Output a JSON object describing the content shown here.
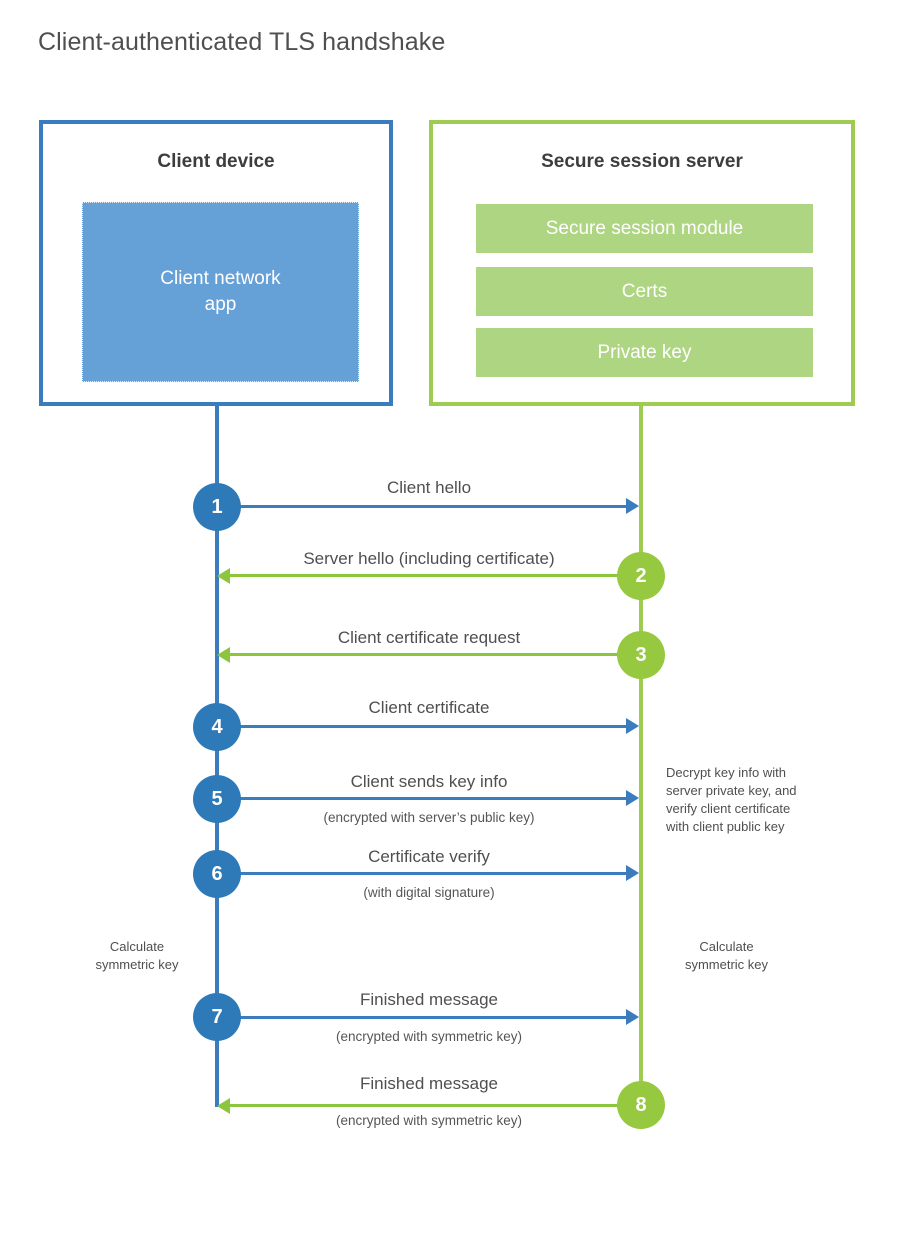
{
  "title": "Client-authenticated TLS handshake",
  "colors": {
    "client_blue": "#3b7cbf",
    "client_app_fill": "#65a0d7",
    "server_green": "#9ecc53",
    "server_block_fill": "#aed581",
    "step_blue": "#2e7ab8",
    "step_green": "#96c93f",
    "arrow_blue": "#3b7cbf",
    "arrow_green": "#8cc63f",
    "text_gray": "#4f4f4f"
  },
  "client": {
    "title": "Client device",
    "app_label": "Client network\napp"
  },
  "server": {
    "title": "Secure session server",
    "blocks": [
      {
        "label": "Secure session module"
      },
      {
        "label": "Certs"
      },
      {
        "label": "Private key"
      }
    ]
  },
  "steps": [
    {
      "number": "1",
      "label": "Client hello",
      "sub": "",
      "direction": "client-to-server",
      "color": "blue"
    },
    {
      "number": "2",
      "label": "Server hello (including certificate)",
      "sub": "",
      "direction": "server-to-client",
      "color": "green"
    },
    {
      "number": "3",
      "label": "Client certificate request",
      "sub": "",
      "direction": "server-to-client",
      "color": "green"
    },
    {
      "number": "4",
      "label": "Client certificate",
      "sub": "",
      "direction": "client-to-server",
      "color": "blue"
    },
    {
      "number": "5",
      "label": "Client sends key info",
      "sub": "(encrypted with server’s public key)",
      "direction": "client-to-server",
      "color": "blue"
    },
    {
      "number": "6",
      "label": "Certificate verify",
      "sub": "(with digital signature)",
      "direction": "client-to-server",
      "color": "blue"
    },
    {
      "number": "7",
      "label": "Finished message",
      "sub": "(encrypted with symmetric key)",
      "direction": "client-to-server",
      "color": "blue"
    },
    {
      "number": "8",
      "label": "Finished message",
      "sub": "(encrypted with symmetric key)",
      "direction": "server-to-client",
      "color": "green"
    }
  ],
  "annotations": {
    "server_decrypt": "Decrypt key info with\nserver private key, and\nverify client certificate\nwith client public key",
    "client_calc": "Calculate\nsymmetric key",
    "server_calc": "Calculate\nsymmetric key"
  }
}
